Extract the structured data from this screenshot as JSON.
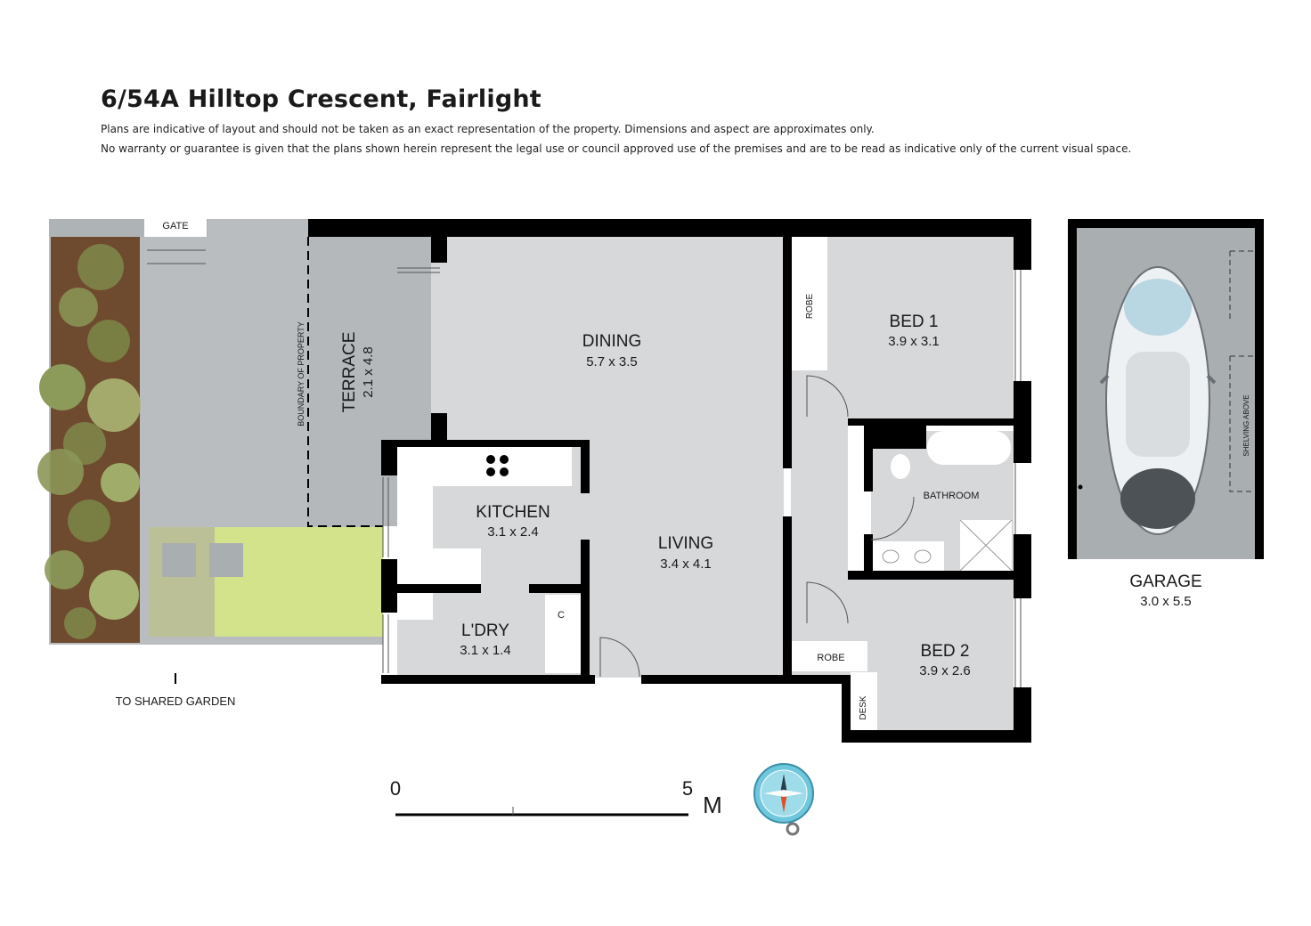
{
  "title": "6/54A Hilltop Crescent, Fairlight",
  "disclaimer_line1": "Plans are indicative of layout and should not be taken as an exact representation of the property. Dimensions and aspect are approximates only.",
  "disclaimer_line2": "No warranty or guarantee is given that the plans shown herein represent the legal use or council approved use of the premises and are to be read as indicative only of the current visual space.",
  "rooms": {
    "dining": {
      "name": "DINING",
      "dims": "5.7 x 3.5"
    },
    "living": {
      "name": "LIVING",
      "dims": "3.4 x 4.1"
    },
    "kitchen": {
      "name": "KITCHEN",
      "dims": "3.1 x 2.4"
    },
    "laundry": {
      "name": "L'DRY",
      "dims": "3.1 x 1.4"
    },
    "bed1": {
      "name": "BED 1",
      "dims": "3.9 x 3.1"
    },
    "bed2": {
      "name": "BED 2",
      "dims": "3.9 x 2.6"
    },
    "terrace": {
      "name": "TERRACE",
      "dims": "2.1 x 4.8"
    },
    "garage": {
      "name": "GARAGE",
      "dims": "3.0 x 5.5"
    },
    "bathroom": {
      "name": "BATHROOM"
    }
  },
  "labels": {
    "gate": "GATE",
    "boundary": "BOUNDARY OF PROPERTY",
    "robe": "ROBE",
    "desk": "DESK",
    "cupboard": "C",
    "shelving": "SHELVING ABOVE",
    "shared_garden": "TO SHARED GARDEN"
  },
  "scale": {
    "start": "0",
    "end": "5",
    "unit": "M"
  },
  "colors": {
    "wall": "#000000",
    "floor": "#d6d8da",
    "terrace": "#b4b8bb",
    "lawn": "#d2e38c",
    "garden_bed": "#6e4a2e",
    "garage_floor": "#a9aeb1",
    "compass": "#6fc7de"
  }
}
